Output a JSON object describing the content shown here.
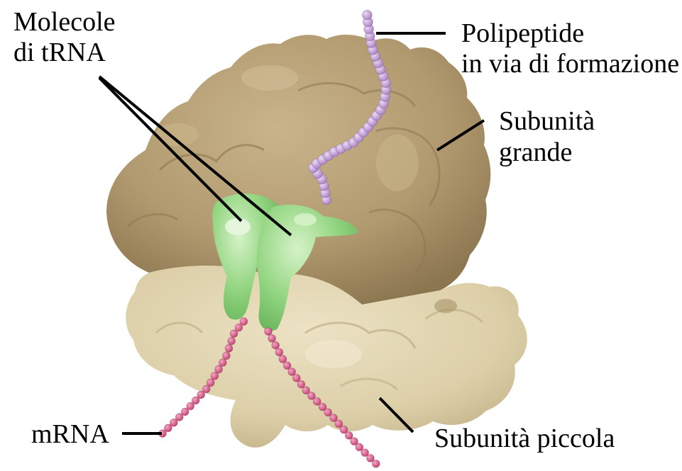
{
  "labels": {
    "trna_line1": "Molecole",
    "trna_line2": "di tRNA",
    "polypeptide_line1": "Polipeptide",
    "polypeptide_line2": "in via di formazione",
    "large_line1": "Subunità",
    "large_line2": "grande",
    "small": "Subunità piccola",
    "mrna": "mRNA"
  },
  "colors": {
    "large_subunit": "#b49c72",
    "small_subunit": "#ddcfa7",
    "trna": "#8fd07e",
    "polypeptide": "#c9a3dd",
    "mrna": "#d6588c",
    "leader_lines": "#000000"
  }
}
